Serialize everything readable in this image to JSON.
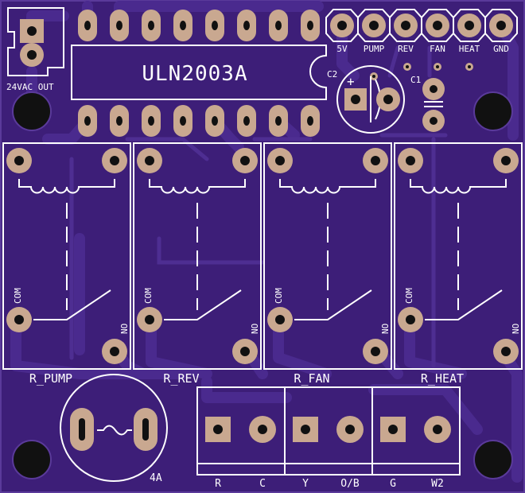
{
  "colors": {
    "board": "#3d1e78",
    "copper": "#4a2a8a",
    "silk": "#ffffff",
    "pad": "#c9a890",
    "hole": "#111111"
  },
  "icons": [
    "mounting-hole-icon",
    "fuse-symbol-icon",
    "relay-coil-icon",
    "switch-contact-icon",
    "capacitor-symbol-icon"
  ],
  "ic": {
    "label": "ULN2003A"
  },
  "power_connector": {
    "label": "24VAC OUT"
  },
  "header_pins": [
    "5V",
    "PUMP",
    "REV",
    "FAN",
    "HEAT",
    "GND"
  ],
  "caps": {
    "c1": "C1",
    "c2": "C2",
    "polarity": "+"
  },
  "relays": [
    {
      "name": "R_PUMP",
      "com": "COM",
      "no": "NO"
    },
    {
      "name": "R_REV",
      "com": "COM",
      "no": "NO"
    },
    {
      "name": "R_FAN",
      "com": "COM",
      "no": "NO"
    },
    {
      "name": "R_HEAT",
      "com": "COM",
      "no": "NO"
    }
  ],
  "fuse": {
    "rating": "4A"
  },
  "terminals": [
    "R",
    "C",
    "Y",
    "O/B",
    "G",
    "W2"
  ]
}
